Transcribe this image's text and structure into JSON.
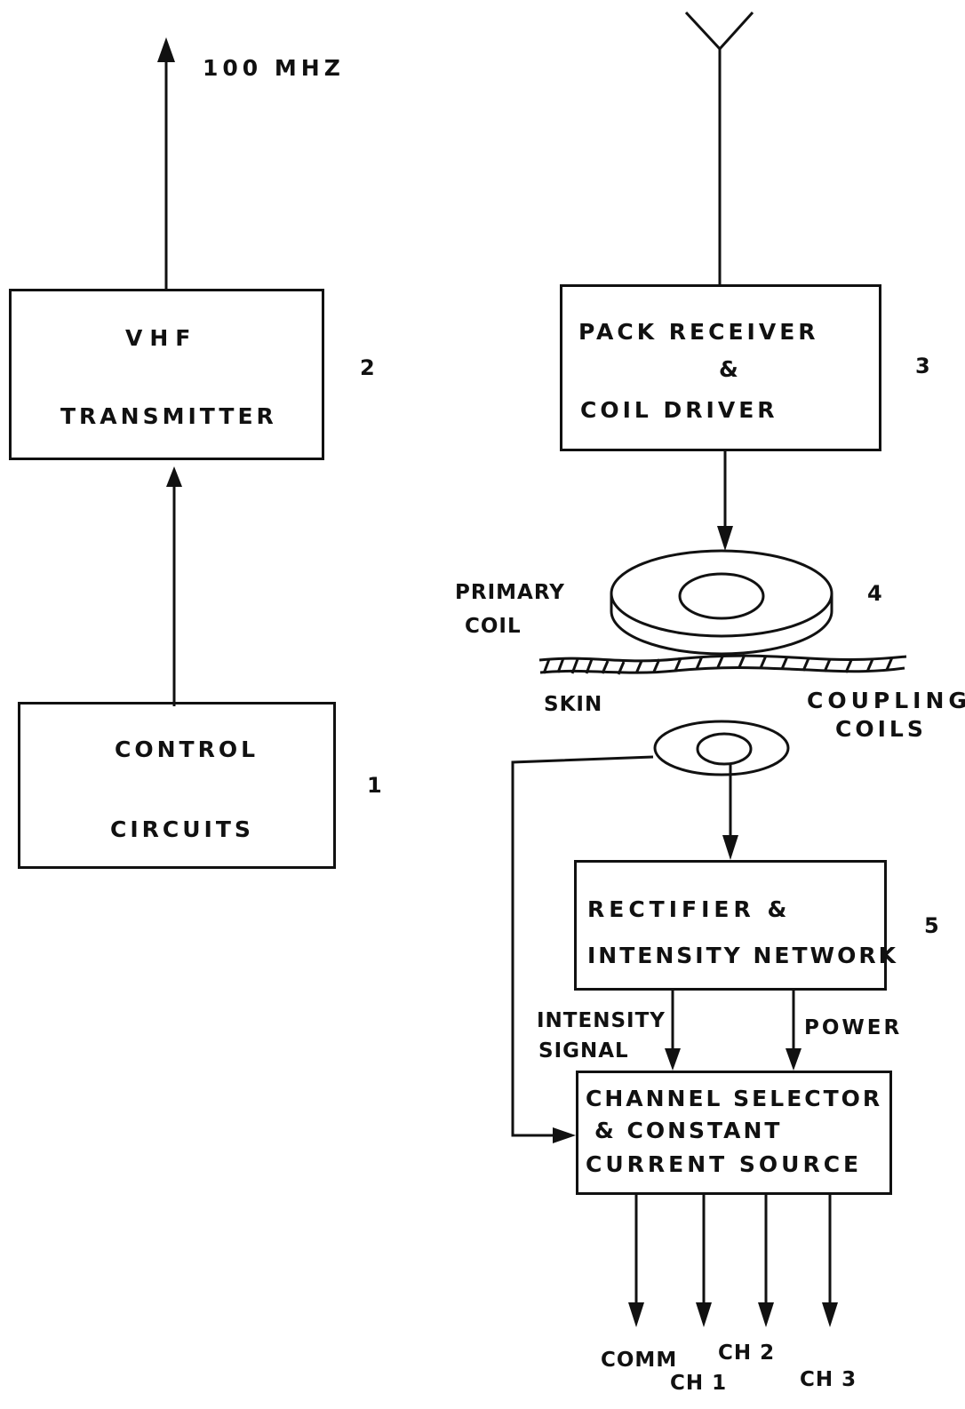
{
  "output_label": "100 MHZ",
  "blocks": {
    "control": {
      "line1": "CONTROL",
      "line2": "CIRCUITS",
      "number": "1"
    },
    "vhf": {
      "line1": "VHF",
      "line2": "TRANSMITTER",
      "number": "2"
    },
    "pack": {
      "line1": "PACK RECEIVER",
      "line2": "&",
      "line3": "COIL DRIVER",
      "number": "3"
    },
    "rectifier": {
      "line1": "RECTIFIER &",
      "line2": "INTENSITY NETWORK",
      "number": "5"
    },
    "selector": {
      "line1": "CHANNEL SELECTOR",
      "line2": "& CONSTANT",
      "line3": "CURRENT SOURCE"
    }
  },
  "coil": {
    "primary_line1": "PRIMARY",
    "primary_line2": "COIL",
    "number": "4",
    "skin": "SKIN",
    "coupling_line1": "COUPLING",
    "coupling_line2": "COILS"
  },
  "signals": {
    "intensity_line1": "INTENSITY",
    "intensity_line2": "SIGNAL",
    "power": "POWER"
  },
  "outputs": {
    "comm": "COMM",
    "ch1": "CH 1",
    "ch2": "CH 2",
    "ch3": "CH 3"
  }
}
